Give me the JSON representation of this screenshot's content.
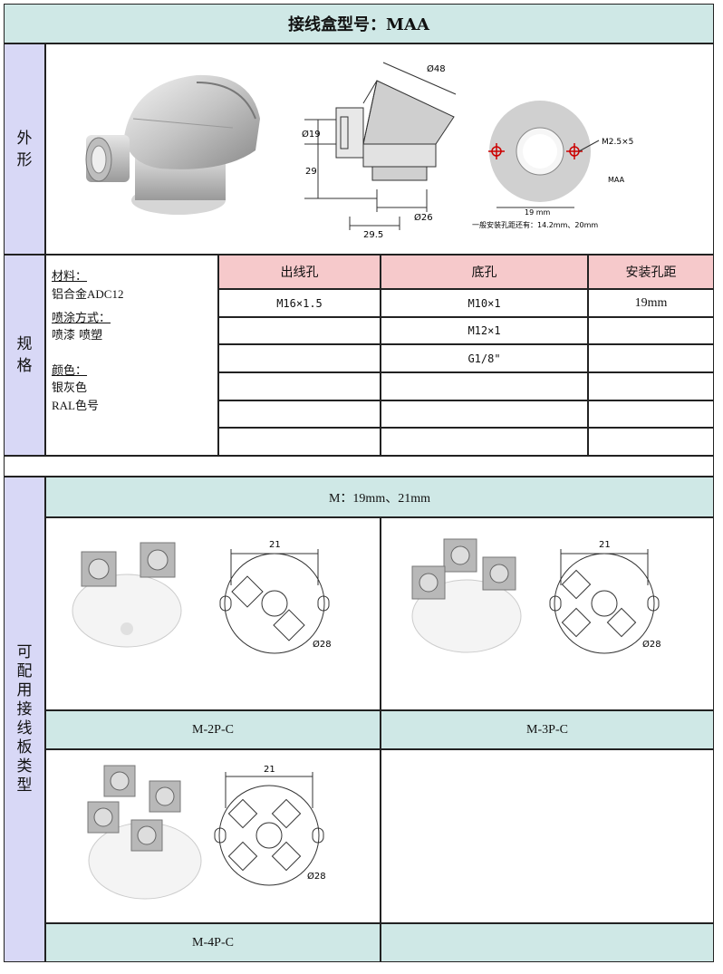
{
  "title": "接线盒型号：MAA",
  "sections": {
    "appearance": [
      "外",
      "形"
    ],
    "specs": [
      "规",
      "格"
    ],
    "terminals": [
      "可",
      "配",
      "用",
      "接",
      "线",
      "板",
      "类",
      "型"
    ]
  },
  "drawing": {
    "d48": "Ø48",
    "d19": "Ø19",
    "h29": "29",
    "w29_5": "29.5",
    "d26": "Ø26",
    "screw": "M2.5×5",
    "model": "MAA",
    "hole_dist": "19 mm",
    "note": "一般安装孔距还有：14.2mm、20mm"
  },
  "materials": {
    "material_label": "材料：",
    "material_value": "铝合金ADC12",
    "coating_label": "喷涂方式：",
    "coating_value": "喷漆  喷塑",
    "color_label": "颜色：",
    "color_value1": "银灰色",
    "color_value2": "RAL色号"
  },
  "table": {
    "headers": [
      "出线孔",
      "底孔",
      "安装孔距"
    ],
    "rows": [
      [
        "M16×1.5",
        "M10×1",
        "19mm"
      ],
      [
        "",
        "M12×1",
        ""
      ],
      [
        "",
        "G1/8\"",
        ""
      ],
      [
        "",
        "",
        ""
      ],
      [
        "",
        "",
        ""
      ],
      [
        "",
        "",
        ""
      ]
    ]
  },
  "terminal_header": "M：19mm、21mm",
  "terminals": [
    {
      "name": "M-2P-C",
      "dim": "21",
      "dia": "Ø28"
    },
    {
      "name": "M-3P-C",
      "dim": "21",
      "dia": "Ø28"
    },
    {
      "name": "M-4P-C",
      "dim": "21",
      "dia": "Ø28"
    }
  ]
}
